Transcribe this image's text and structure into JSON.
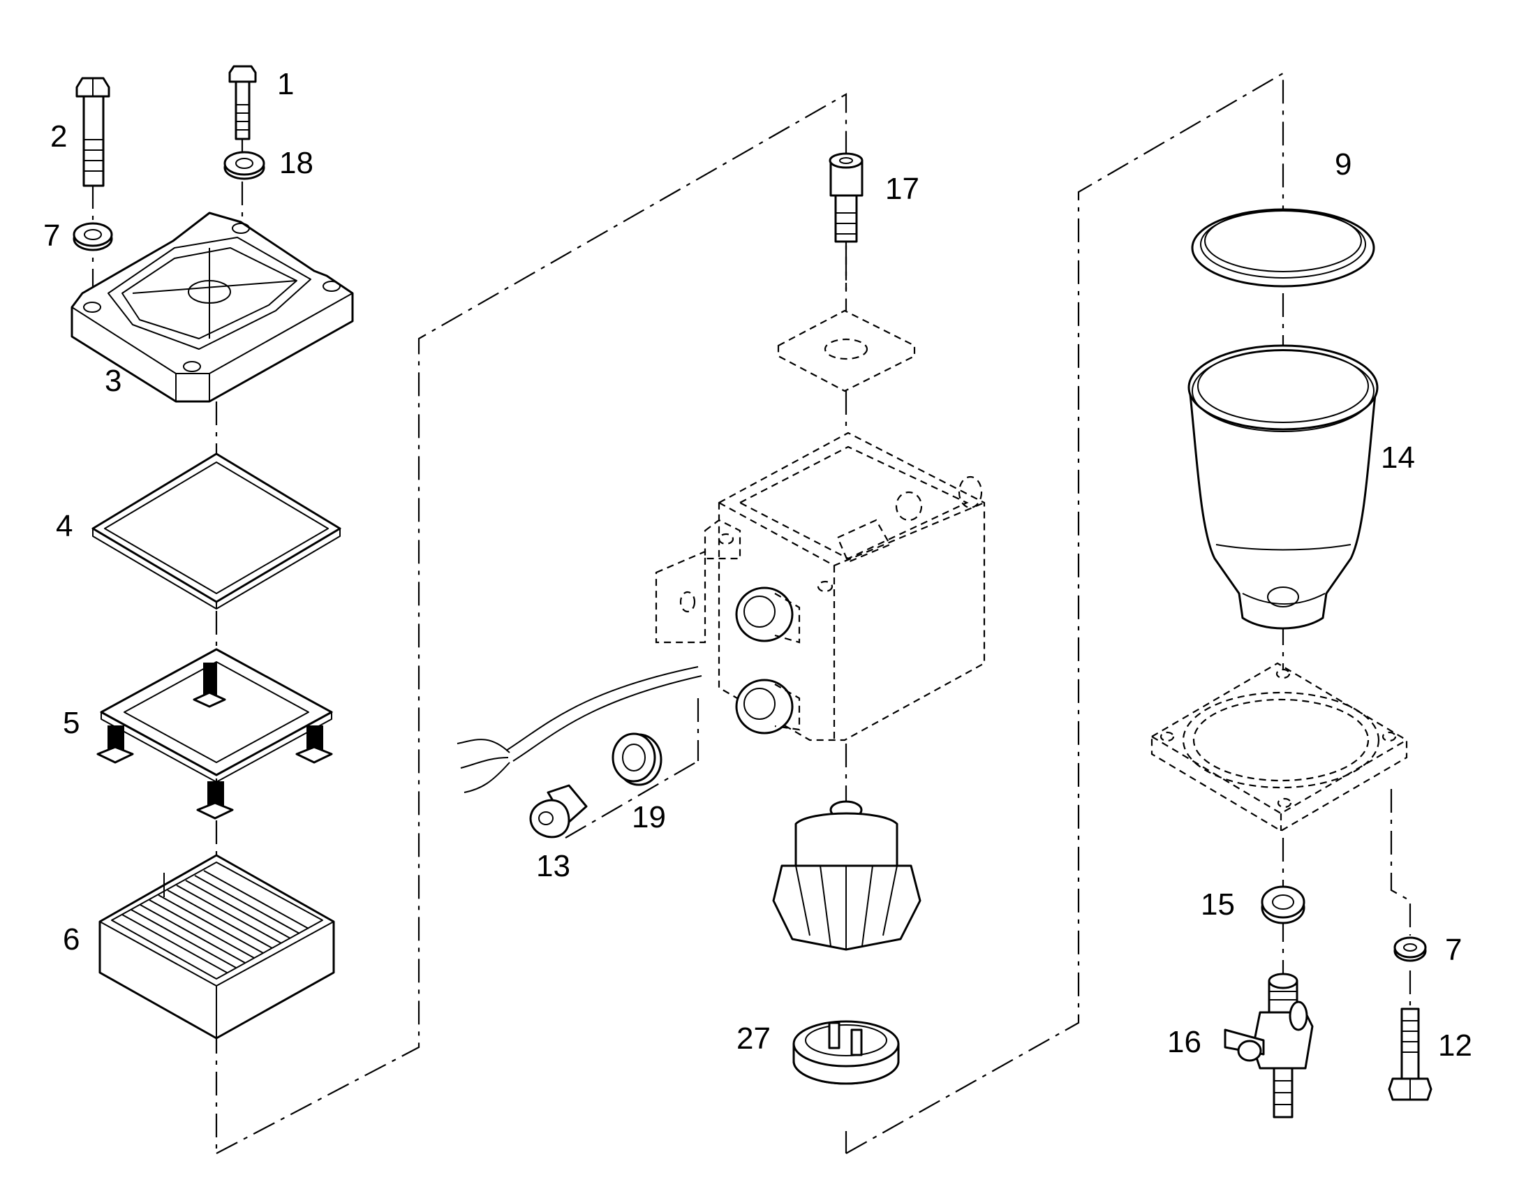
{
  "parts": [
    {
      "id": "part-1",
      "label": "1"
    },
    {
      "id": "part-2",
      "label": "2"
    },
    {
      "id": "part-3",
      "label": "3"
    },
    {
      "id": "part-4",
      "label": "4"
    },
    {
      "id": "part-5",
      "label": "5"
    },
    {
      "id": "part-6",
      "label": "6"
    },
    {
      "id": "part-7a",
      "label": "7"
    },
    {
      "id": "part-7b",
      "label": "7"
    },
    {
      "id": "part-9",
      "label": "9"
    },
    {
      "id": "part-12",
      "label": "12"
    },
    {
      "id": "part-13",
      "label": "13"
    },
    {
      "id": "part-14",
      "label": "14"
    },
    {
      "id": "part-15",
      "label": "15"
    },
    {
      "id": "part-16",
      "label": "16"
    },
    {
      "id": "part-17",
      "label": "17"
    },
    {
      "id": "part-18",
      "label": "18"
    },
    {
      "id": "part-19",
      "label": "19"
    },
    {
      "id": "part-27",
      "label": "27"
    }
  ]
}
